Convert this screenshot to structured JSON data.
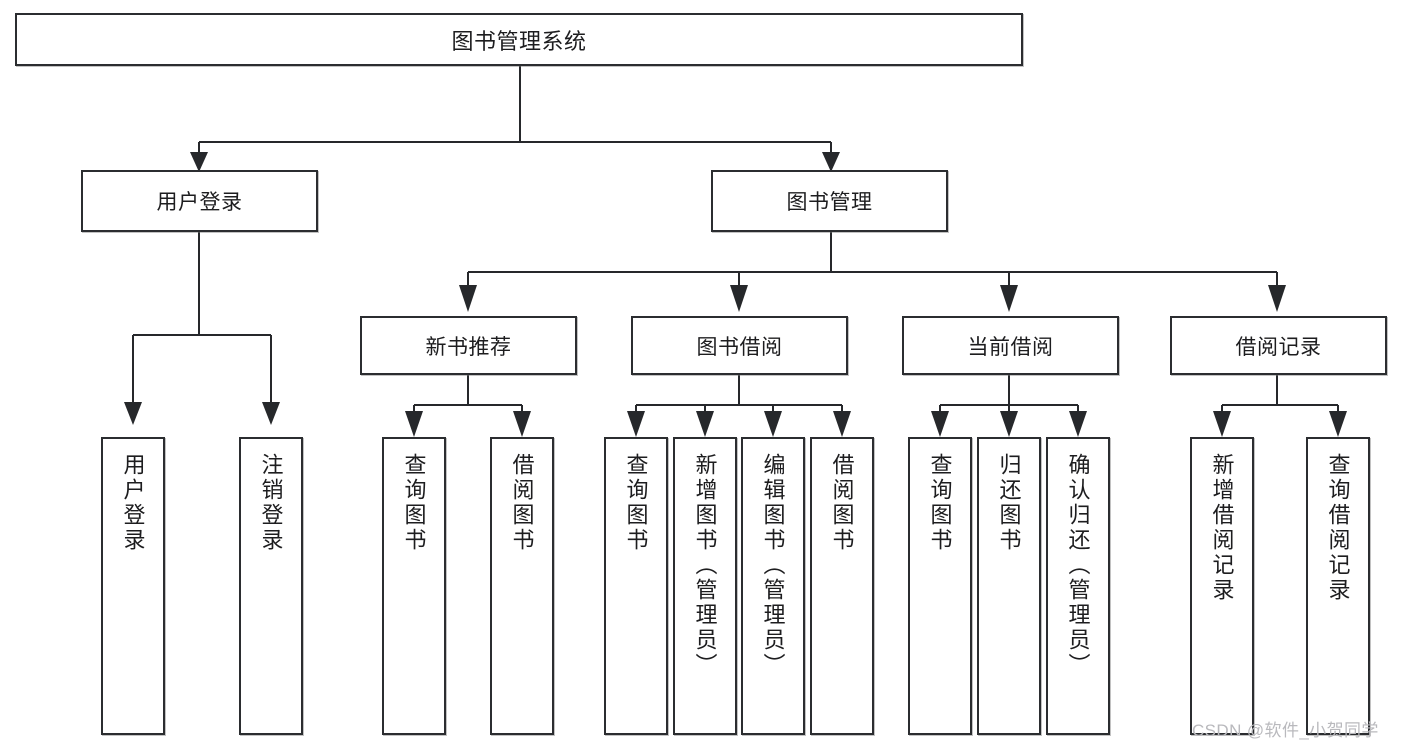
{
  "diagram": {
    "title": "图书管理系统",
    "type": "tree",
    "watermark": "CSDN @软件_小贺同学",
    "colors": {
      "node_border": "#2b2d30",
      "node_fill": "#ffffff",
      "connector": "#26282b",
      "text": "#1d1d1f",
      "watermark": "#b9b9bd",
      "background": "#ffffff"
    },
    "nodes": {
      "root": {
        "label": "图书管理系统"
      },
      "level1": [
        {
          "id": "user-login",
          "label": "用户登录"
        },
        {
          "id": "book-manage",
          "label": "图书管理"
        }
      ],
      "level2": [
        {
          "id": "new-book-recommend",
          "label": "新书推荐",
          "parent": "book-manage"
        },
        {
          "id": "book-borrow",
          "label": "图书借阅",
          "parent": "book-manage"
        },
        {
          "id": "current-borrow",
          "label": "当前借阅",
          "parent": "book-manage"
        },
        {
          "id": "borrow-record",
          "label": "借阅记录",
          "parent": "book-manage"
        }
      ],
      "leaves": [
        {
          "id": "leaf-user-login",
          "label": "用户登录",
          "parent": "user-login"
        },
        {
          "id": "leaf-logout-login",
          "label": "注销登录",
          "parent": "user-login"
        },
        {
          "id": "leaf-query-book-1",
          "label": "查询图书",
          "parent": "new-book-recommend"
        },
        {
          "id": "leaf-borrow-book-1",
          "label": "借阅图书",
          "parent": "new-book-recommend"
        },
        {
          "id": "leaf-query-book-2",
          "label": "查询图书",
          "parent": "book-borrow"
        },
        {
          "id": "leaf-add-book",
          "label": "新增图书（管理员）",
          "parent": "book-borrow"
        },
        {
          "id": "leaf-edit-book",
          "label": "编辑图书（管理员）",
          "parent": "book-borrow"
        },
        {
          "id": "leaf-borrow-book-2",
          "label": "借阅图书",
          "parent": "book-borrow"
        },
        {
          "id": "leaf-query-book-3",
          "label": "查询图书",
          "parent": "current-borrow"
        },
        {
          "id": "leaf-return-book",
          "label": "归还图书",
          "parent": "current-borrow"
        },
        {
          "id": "leaf-confirm-return",
          "label": "确认归还（管理员）",
          "parent": "current-borrow"
        },
        {
          "id": "leaf-add-record",
          "label": "新增借阅记录",
          "parent": "borrow-record"
        },
        {
          "id": "leaf-query-record",
          "label": "查询借阅记录",
          "parent": "borrow-record"
        }
      ]
    }
  }
}
